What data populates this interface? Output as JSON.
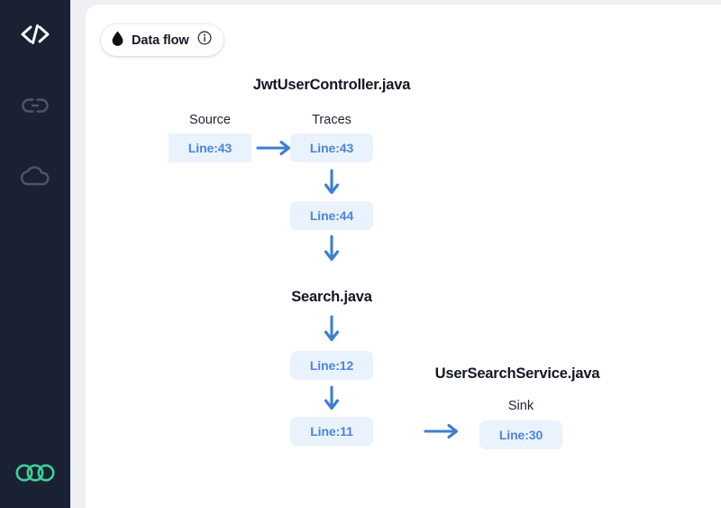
{
  "sidebar": {
    "items": [
      {
        "icon": "code-icon",
        "name": "sidebar-item-code",
        "active": true
      },
      {
        "icon": "link-icon",
        "name": "sidebar-item-link",
        "active": false
      },
      {
        "icon": "cloud-icon",
        "name": "sidebar-item-cloud",
        "active": false
      }
    ],
    "logo": {
      "icon": "three-circles-logo",
      "color": "#3ecf9a"
    }
  },
  "badge": {
    "label": "Data flow",
    "drop_icon": "water-drop-icon",
    "info_icon": "info-circle-icon"
  },
  "graph": {
    "colors": {
      "node_bg": "#e9f2fd",
      "node_text": "#4a86d8",
      "arrow": "#3f7ed0",
      "title": "#111723"
    },
    "files": [
      {
        "title": "JwtUserController.java"
      },
      {
        "title": "Search.java"
      },
      {
        "title": "UserSearchService.java"
      }
    ],
    "column_labels": [
      {
        "label": "Source"
      },
      {
        "label": "Traces"
      },
      {
        "label": "Sink"
      }
    ],
    "nodes": [
      {
        "label": "Line:43",
        "role": "source"
      },
      {
        "label": "Line:43",
        "role": "trace"
      },
      {
        "label": "Line:44",
        "role": "trace"
      },
      {
        "label": "Line:12",
        "role": "trace"
      },
      {
        "label": "Line:11",
        "role": "trace"
      },
      {
        "label": "Line:30",
        "role": "sink"
      }
    ]
  }
}
